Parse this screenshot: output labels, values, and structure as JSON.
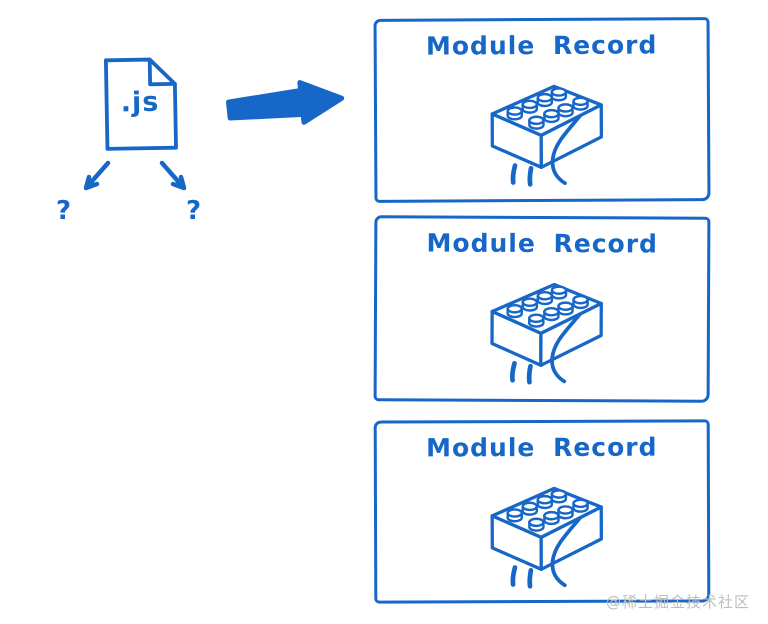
{
  "palette": {
    "ink": "#1767c8",
    "watermark": "#bdbdbd",
    "background": "#ffffff"
  },
  "file": {
    "label": ".js"
  },
  "branches": {
    "left_question": "?",
    "right_question": "?"
  },
  "cards": [
    {
      "title": "Module Record"
    },
    {
      "title": "Module Record"
    },
    {
      "title": "Module Record"
    }
  ],
  "watermark": "@稀土掘金技术社区"
}
